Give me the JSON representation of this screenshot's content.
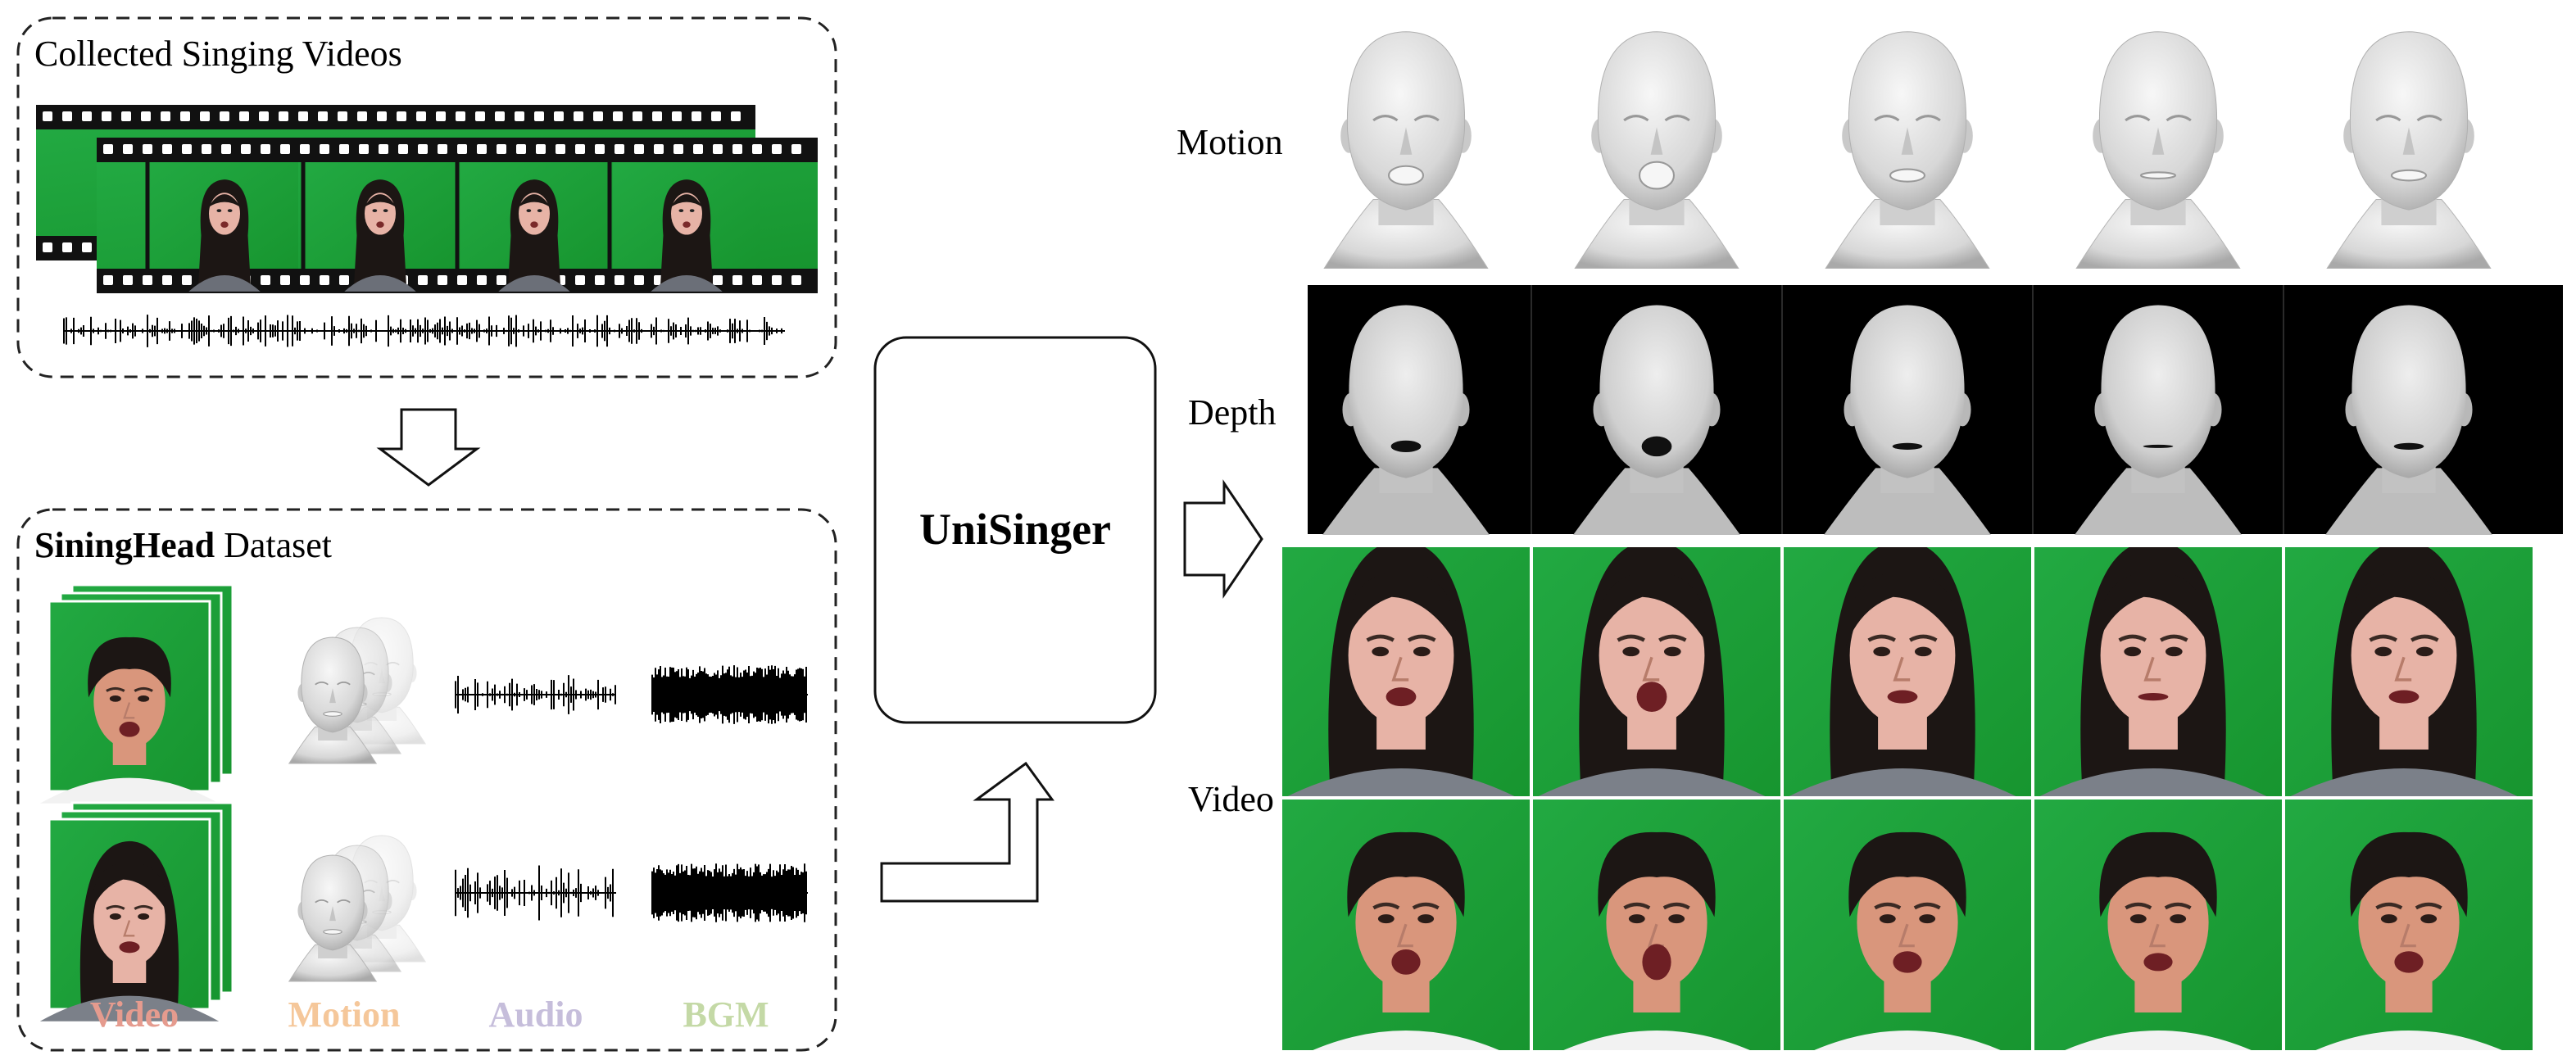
{
  "collected": {
    "title": "Collected Singing Videos",
    "frame_count": 4
  },
  "dataset": {
    "title_bold": "SiningHead",
    "title_rest": " Dataset",
    "legend": [
      {
        "label": "Video",
        "color": "#e59b8e"
      },
      {
        "label": "Motion",
        "color": "#f5c79a"
      },
      {
        "label": "Audio",
        "color": "#c6bedb"
      },
      {
        "label": "BGM",
        "color": "#c4d9a6"
      }
    ]
  },
  "model": {
    "label": "UniSinger"
  },
  "outputs": {
    "row_labels": [
      "Motion",
      "Depth",
      "Video"
    ],
    "columns": 5
  },
  "colors": {
    "green_screen": "#1fa33d",
    "green_dark": "#168a30",
    "film": "#111111",
    "skin_female": "#e7b3a6",
    "skin_male": "#d9967c",
    "hair": "#1c1614",
    "mesh": "#e6e6e6",
    "depth_bg": "#000000"
  }
}
